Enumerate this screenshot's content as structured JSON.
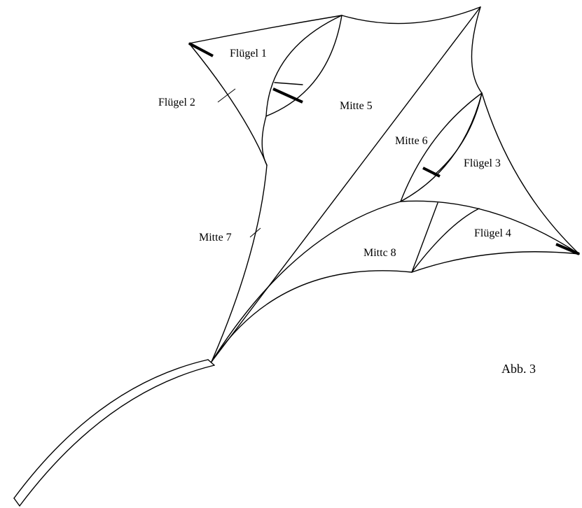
{
  "labels": {
    "fluegel_1": "Flügel 1",
    "fluegel_2": "Flügel 2",
    "mitte_5": "Mitte 5",
    "mitte_6": "Mitte 6",
    "fluegel_3": "Flügel 3",
    "mitte_7": "Mitte 7",
    "mitte_8": "Mittc 8",
    "fluegel_4": "Flügel 4"
  },
  "caption": "Abb. 3",
  "colors": {
    "line": "#000000",
    "background": "#ffffff"
  }
}
